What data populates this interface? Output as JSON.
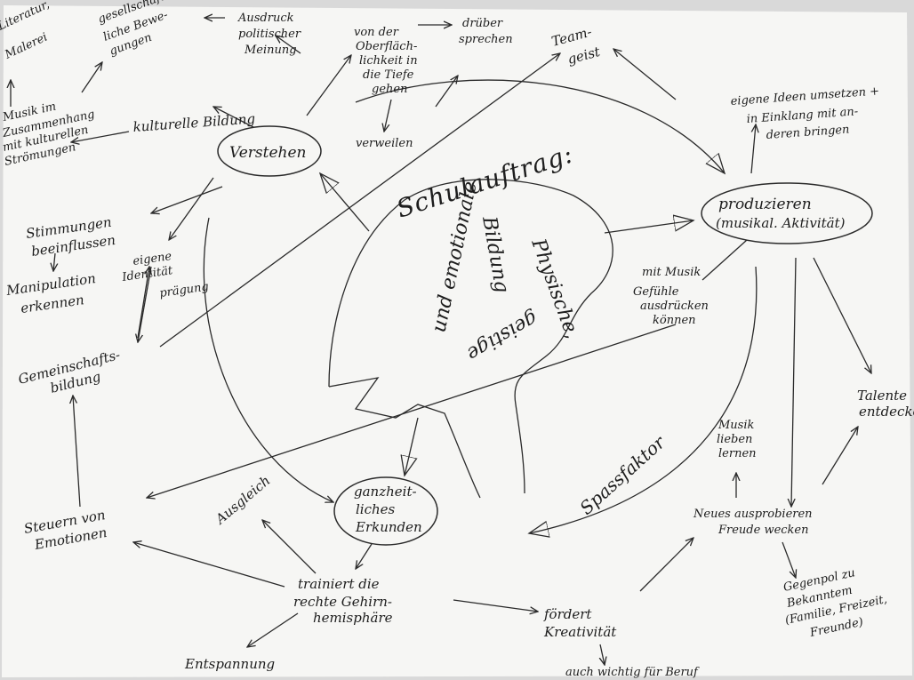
{
  "center": {
    "line1": "Schulauftrag:",
    "line2": "Physische,",
    "line3": "geistige",
    "line4": "und emotionale",
    "line5": "Bildung"
  },
  "nodes": {
    "verstehen": "Verstehen",
    "produzieren_1": "produzieren",
    "produzieren_2": "(musikal. Aktivität)",
    "erkunden_1": "ganzheit-",
    "erkunden_2": "liches",
    "erkunden_3": "Erkunden"
  },
  "labels": {
    "kulturelle_bildung": "kulturelle Bildung",
    "ausdruck_1": "Ausdruck",
    "ausdruck_2": "politischer",
    "ausdruck_3": "Meinung",
    "gesell_1": "gesellschaft-",
    "gesell_2": "liche Bewe-",
    "gesell_3": "gungen",
    "maler_1": "Literatur,",
    "maler_2": "Malerei",
    "musik_1": "Musik im",
    "musik_2": "Zusammenhang",
    "musik_3": "mit kulturellen",
    "musik_4": "Strömungen",
    "oberfl_1": "von der",
    "oberfl_2": "Oberfläch-",
    "oberfl_3": "lichkeit in",
    "oberfl_4": "die Tiefe",
    "oberfl_5": "gehen",
    "drueber_1": "drüber",
    "drueber_2": "sprechen",
    "team_1": "Team-",
    "team_2": "geist",
    "verweilen": "verweilen",
    "ideen_1": "eigene Ideen umsetzen +",
    "ideen_2": "in Einklang mit an-",
    "ideen_3": "deren bringen",
    "stimm_1": "Stimmungen",
    "stimm_2": "beeinflussen",
    "manip_1": "Manipulation",
    "manip_2": "erkennen",
    "ident_1": "eigene",
    "ident_2": "Identität",
    "ident_3": "prägung",
    "gemein_1": "Gemeinschafts-",
    "gemein_2": "bildung",
    "steuern_1": "Steuern von",
    "steuern_2": "Emotionen",
    "ausgleich": "Ausgleich",
    "trainiert_1": "trainiert die",
    "trainiert_2": "rechte Gehirn-",
    "trainiert_3": "hemisphäre",
    "entspannung": "Entspannung",
    "kreativ_1": "fördert",
    "kreativ_2": "Kreativität",
    "beruf": "auch wichtig für Beruf",
    "gefuehle_1": "mit Musik",
    "gefuehle_2": "Gefühle",
    "gefuehle_3": "ausdrücken",
    "gefuehle_4": "können",
    "spass": "Spassfaktor",
    "lieben_1": "Musik",
    "lieben_2": "lieben",
    "lieben_3": "lernen",
    "neues_1": "Neues ausprobieren",
    "neues_2": "Freude wecken",
    "talente_1": "Talente",
    "talente_2": "entdecken",
    "gegenpol_1": "Gegenpol zu",
    "gegenpol_2": "Bekanntem",
    "gegenpol_3": "(Familie, Freizeit,",
    "gegenpol_4": "Freunde)"
  },
  "colors": {
    "paper": "#f6f6f4",
    "ink": "#1d1d1d",
    "background": "#d9d9d9"
  }
}
